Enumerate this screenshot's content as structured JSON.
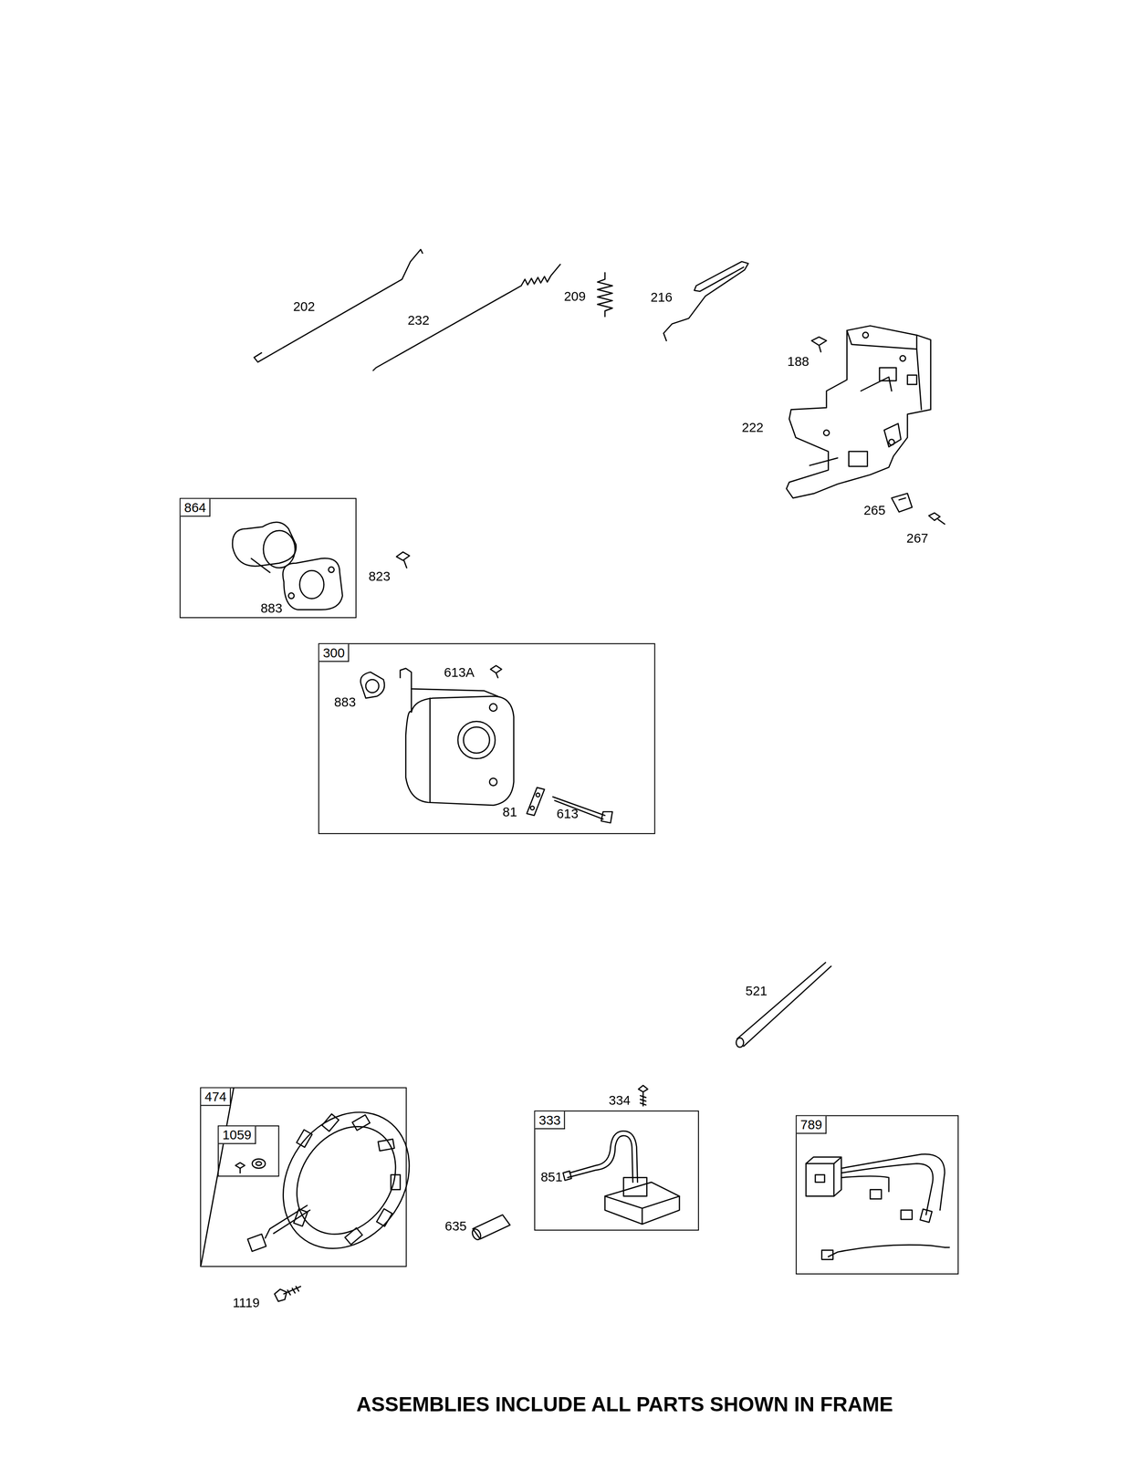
{
  "diagram": {
    "caption": "ASSEMBLIES INCLUDE ALL PARTS SHOWN IN FRAME",
    "nodes": [
      {
        "text": [
          "864"
        ]
      },
      {
        "text": [
          "300"
        ]
      },
      {
        "text": [
          "474"
        ]
      },
      {
        "text": [
          "1059"
        ],
        "in": 2
      },
      {
        "text": [
          "333"
        ]
      },
      {
        "text": [
          "789"
        ]
      }
    ],
    "labels": [
      "202",
      "232",
      "209",
      "216",
      "188",
      "222",
      "265",
      "267",
      "883",
      "823",
      "613A",
      "883",
      "81",
      "613",
      "521",
      "334",
      "851",
      "635",
      "1119"
    ]
  }
}
